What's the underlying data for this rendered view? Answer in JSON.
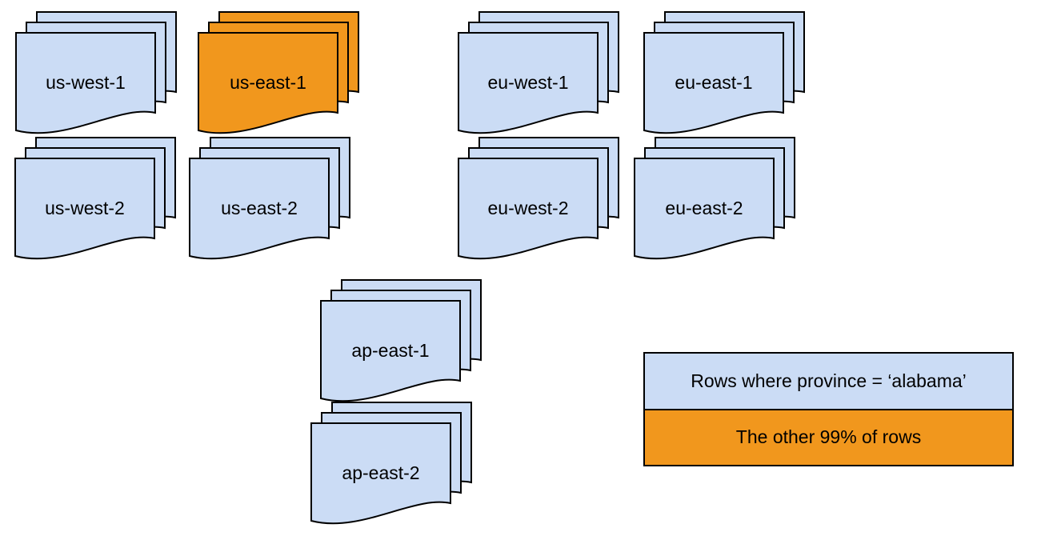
{
  "colors": {
    "region_blue": "#CBDCF5",
    "highlight_orange": "#F1971D",
    "outline": "#000000"
  },
  "stacks": [
    {
      "label": "us-west-1",
      "variant": "blue"
    },
    {
      "label": "us-east-1",
      "variant": "orange"
    },
    {
      "label": "eu-west-1",
      "variant": "blue"
    },
    {
      "label": "eu-east-1",
      "variant": "blue"
    },
    {
      "label": "us-west-2",
      "variant": "blue"
    },
    {
      "label": "us-east-2",
      "variant": "blue"
    },
    {
      "label": "eu-west-2",
      "variant": "blue"
    },
    {
      "label": "eu-east-2",
      "variant": "blue"
    },
    {
      "label": "ap-east-1",
      "variant": "blue"
    },
    {
      "label": "ap-east-2",
      "variant": "blue"
    }
  ],
  "legend": {
    "items": [
      {
        "label": "Rows where province = ‘alabama’",
        "variant": "blue"
      },
      {
        "label": "The other 99% of rows",
        "variant": "orange"
      }
    ]
  }
}
